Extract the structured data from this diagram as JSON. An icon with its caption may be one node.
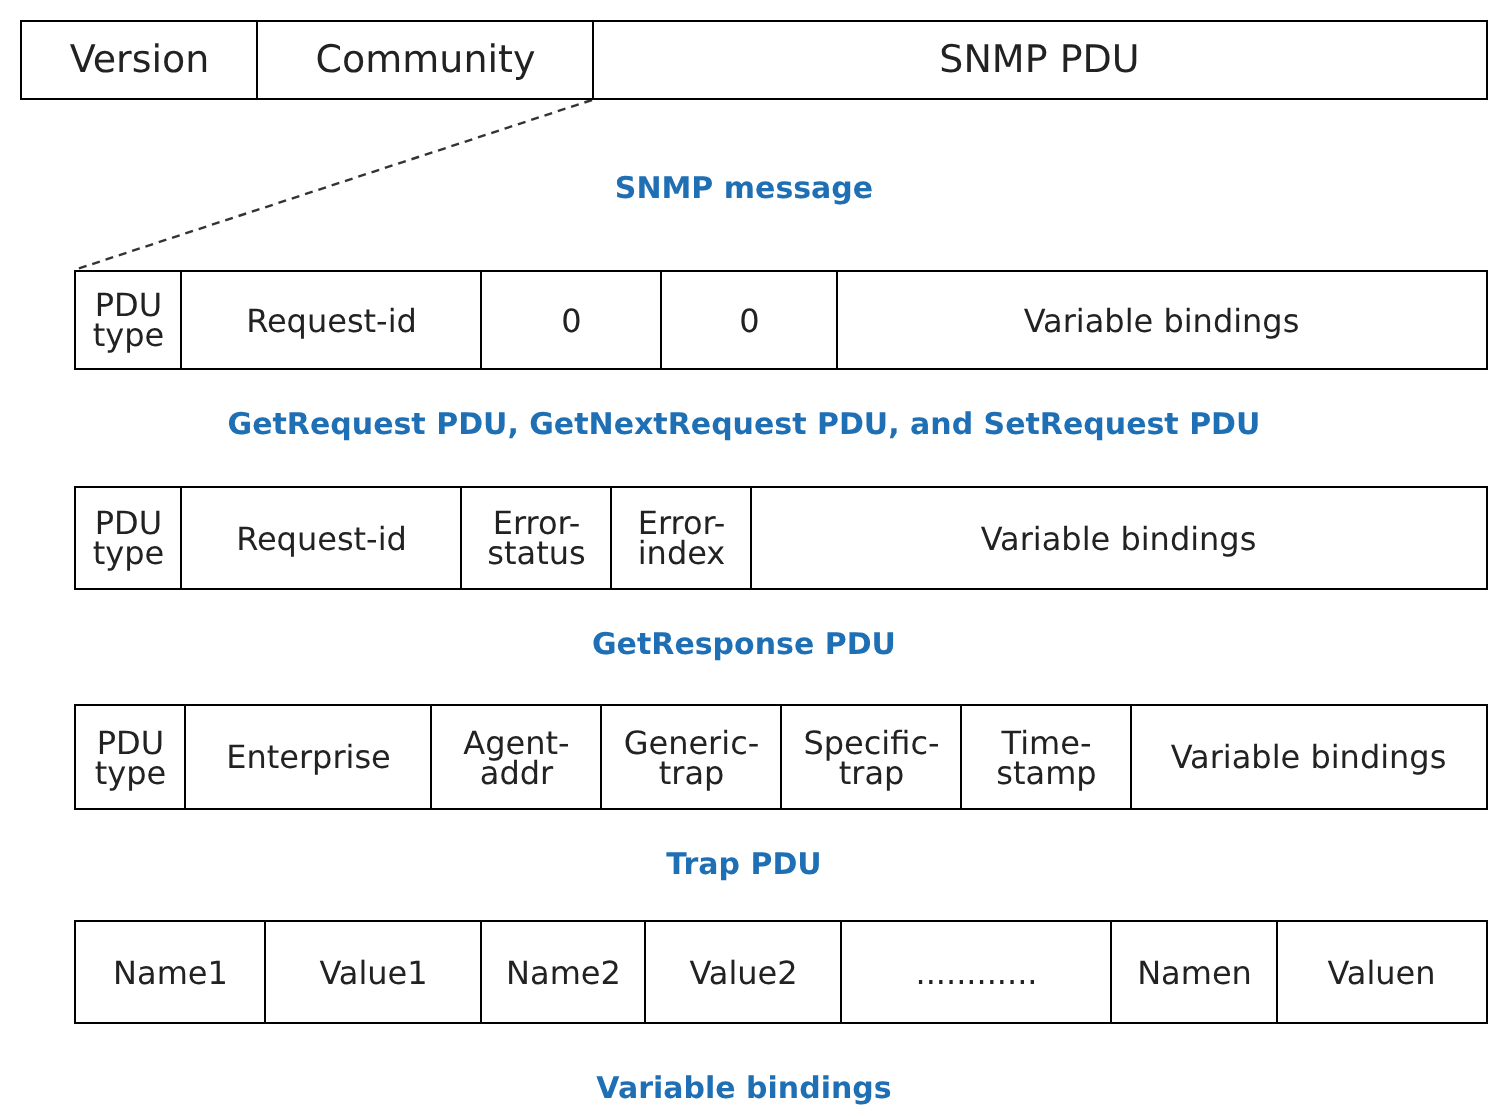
{
  "diagram": {
    "nodes": [
      {
        "text": [
          "Version"
        ]
      },
      {
        "text": [
          "Community"
        ]
      },
      {
        "text": [
          "SNMP PDU"
        ]
      },
      {
        "text": [
          "PDU type"
        ]
      },
      {
        "text": [
          "Request-id"
        ]
      },
      {
        "text": [
          "0"
        ]
      },
      {
        "text": [
          "0"
        ]
      },
      {
        "text": [
          "Variable bindings"
        ]
      },
      {
        "text": [
          "PDU type"
        ]
      },
      {
        "text": [
          "Request-id"
        ]
      },
      {
        "text": [
          "Error-status"
        ]
      },
      {
        "text": [
          "Error-index"
        ]
      },
      {
        "text": [
          "Variable bindings"
        ]
      },
      {
        "text": [
          "PDU type"
        ]
      },
      {
        "text": [
          "Enterprise"
        ]
      },
      {
        "text": [
          "Agent-addr"
        ]
      },
      {
        "text": [
          "Generic-trap"
        ]
      },
      {
        "text": [
          "Specific-trap"
        ]
      },
      {
        "text": [
          "Time-stamp"
        ]
      },
      {
        "text": [
          "Variable bindings"
        ]
      },
      {
        "text": [
          "Name1"
        ]
      },
      {
        "text": [
          "Value1"
        ]
      },
      {
        "text": [
          "Name2"
        ]
      },
      {
        "text": [
          "Value2"
        ]
      },
      {
        "text": [
          "............"
        ]
      },
      {
        "text": [
          "Namen"
        ]
      },
      {
        "text": [
          "Valuen"
        ]
      }
    ],
    "edges": [
      {
        "from": 2,
        "to": 3,
        "arrow": "none",
        "style": "dashed"
      }
    ],
    "labels": [
      "SNMP message",
      "GetRequest PDU, GetNextRequest PDU, and SetRequest PDU",
      "GetResponse PDU",
      "Trap PDU",
      "Variable bindings"
    ]
  }
}
